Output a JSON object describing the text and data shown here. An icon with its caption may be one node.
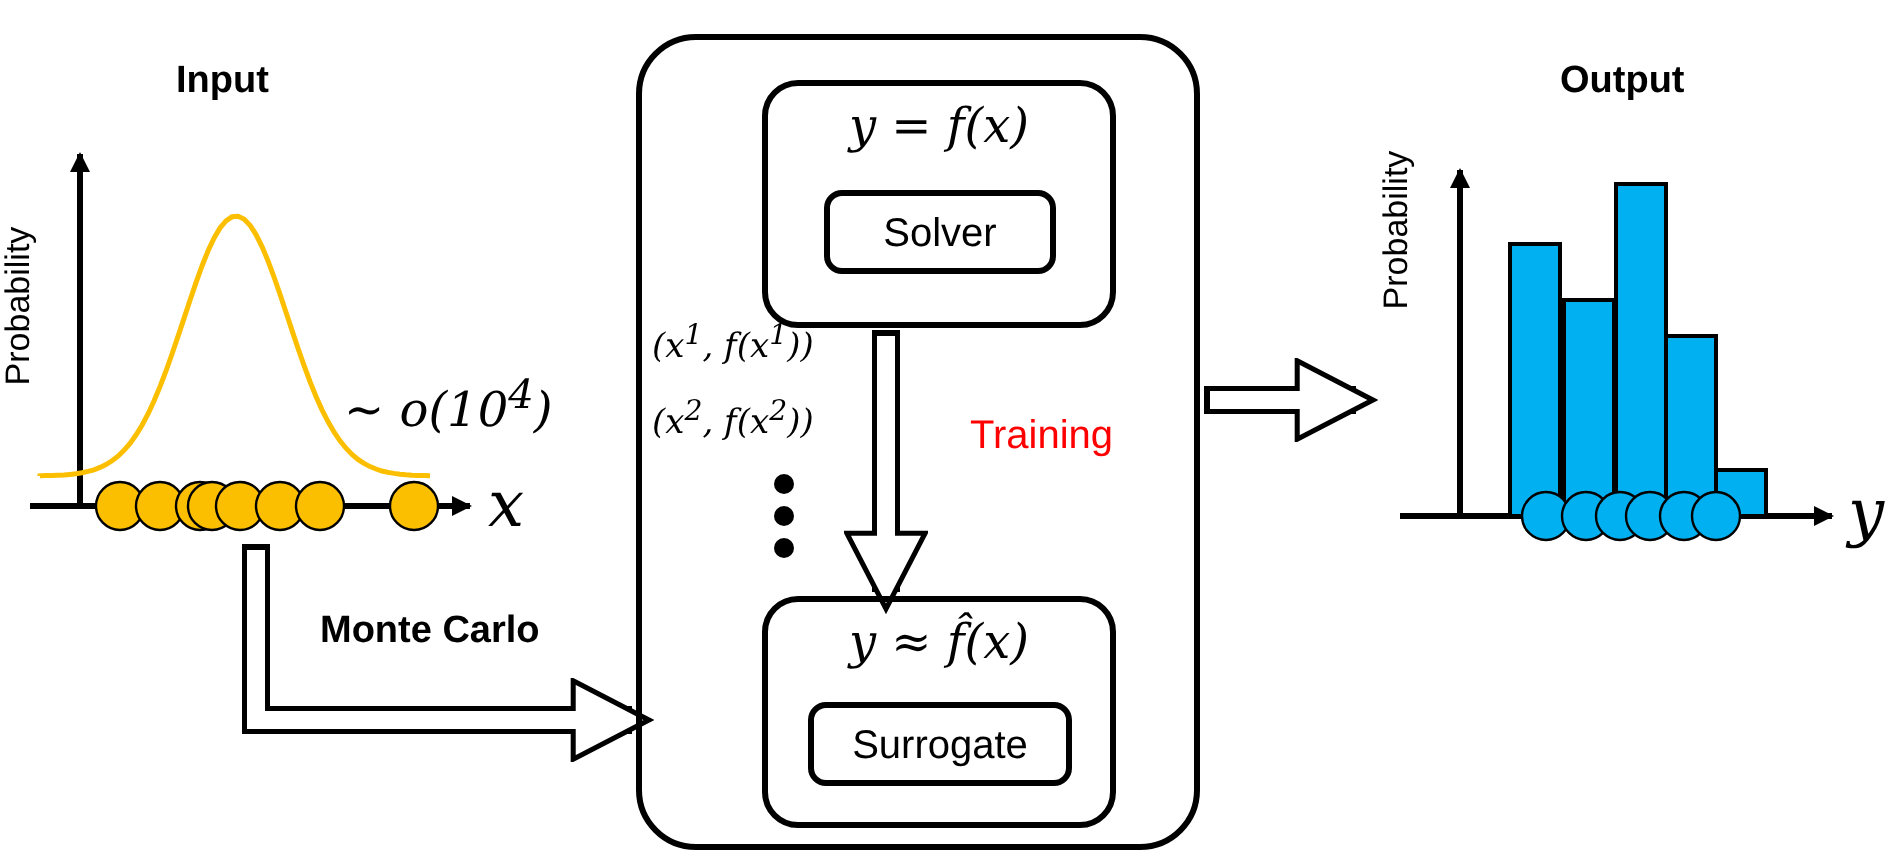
{
  "diagram": {
    "nodes": [
      {
        "text": [
          "Input",
          "Probability",
          "∼ o(10$^{4}$)",
          "x"
        ]
      },
      {
        "text": [],
        "shape": "box"
      },
      {
        "text": [
          "y = f(x)"
        ],
        "in": 1
      },
      {
        "text": [
          "Solver"
        ],
        "in": 2
      },
      {
        "text": [
          "y ≈ f̂(x)"
        ],
        "in": 1
      },
      {
        "text": [
          "Surrogate"
        ],
        "in": 4
      },
      {
        "text": [
          "Output",
          "Probability",
          "y"
        ]
      }
    ],
    "edges": [
      {
        "from": 0,
        "to": 1,
        "arrow": "to",
        "label": "Monte Carlo"
      },
      {
        "from": 2,
        "to": 4,
        "arrow": "to",
        "label": "Training"
      },
      {
        "from": 1,
        "to": 6,
        "arrow": "to"
      }
    ],
    "labels": [
      "(x$^{1}$, f(x$^{1}$))",
      "(x$^{2}$, f(x$^{2}$))"
    ]
  }
}
